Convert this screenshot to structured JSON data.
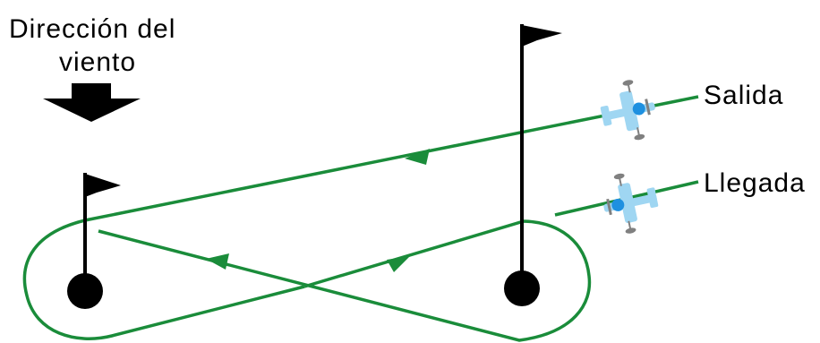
{
  "labels": {
    "wind_direction_line1": "Dirección del",
    "wind_direction_line2": "viento",
    "start": "Salida",
    "finish": "Llegada"
  },
  "colors": {
    "course_line": "#1a8c3a",
    "flag_pole": "#000000",
    "pylon": "#000000",
    "wind_arrow": "#000000",
    "airplane_body": "#9fd6f2",
    "airplane_accent": "#1e90e0",
    "airplane_parts": "#808080"
  },
  "icons": {
    "wind_arrow": "down-arrow-icon",
    "flag": "flag-icon",
    "pylon": "pylon-marker-icon",
    "airplane": "rc-airplane-icon"
  }
}
